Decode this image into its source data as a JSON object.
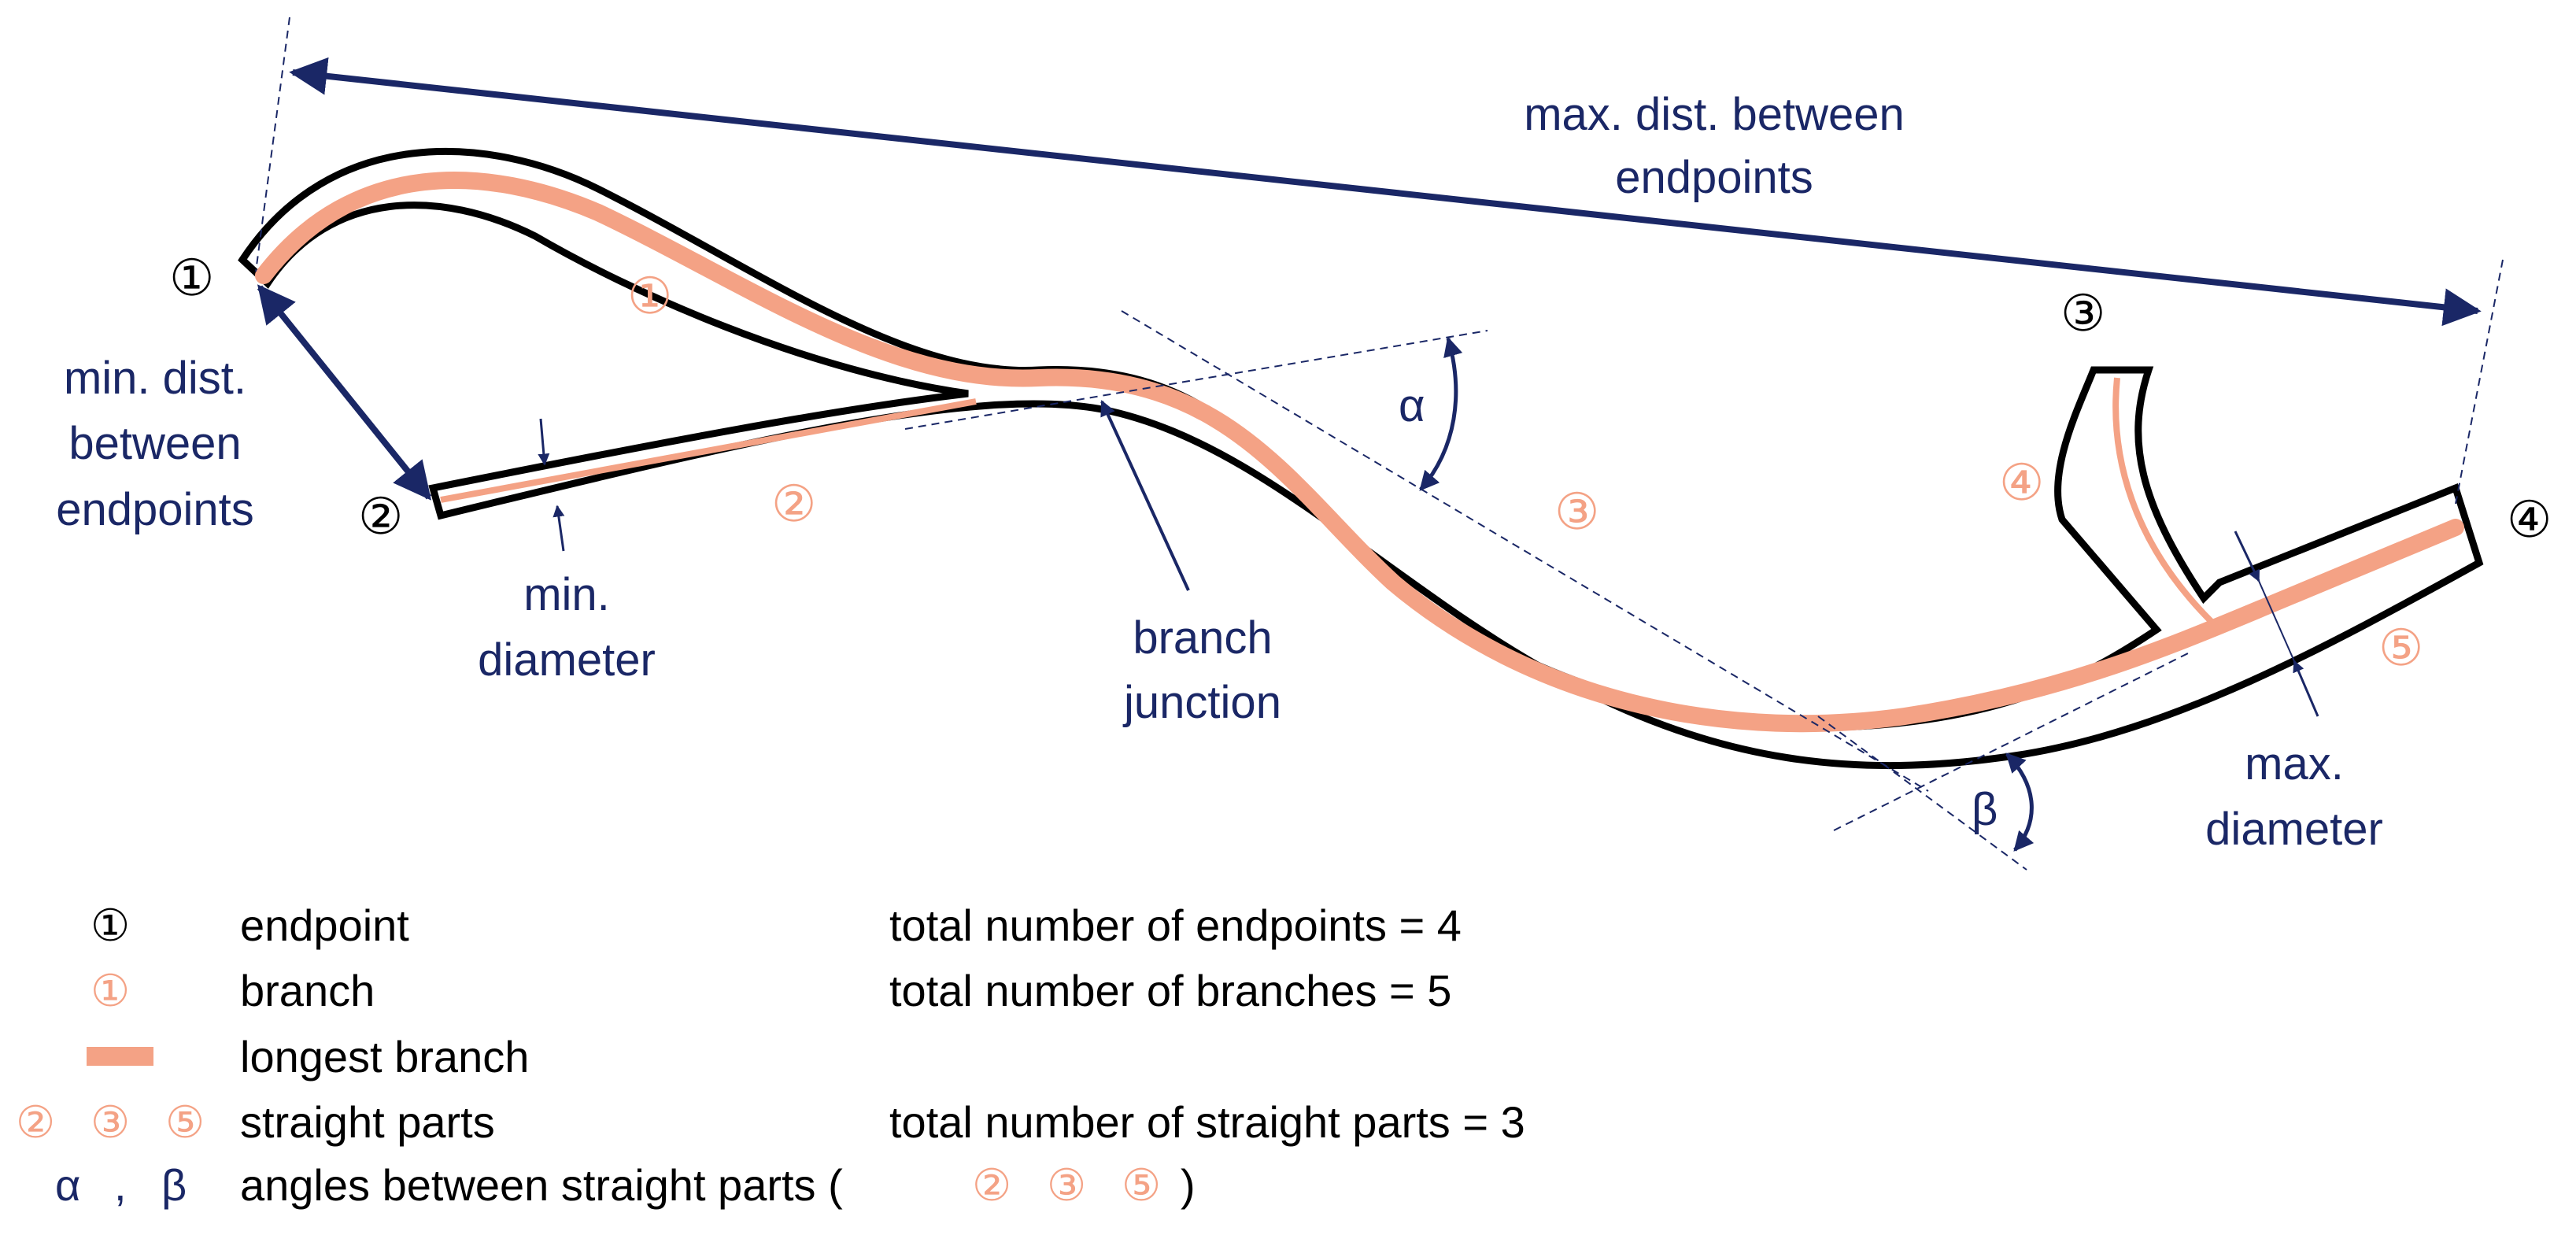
{
  "colors": {
    "navy": "#1a2766",
    "salmon": "#f4a285",
    "outline": "#000000",
    "background": "#ffffff"
  },
  "endpoints": [
    "①",
    "②",
    "③",
    "④"
  ],
  "branches": [
    "①",
    "②",
    "③",
    "④",
    "⑤"
  ],
  "annotations": {
    "max_dist_line1": "max. dist. between",
    "max_dist_line2": "endpoints",
    "min_dist_line1": "min. dist.",
    "min_dist_line2": "between",
    "min_dist_line3": "endpoints",
    "min_diameter_line1": "min.",
    "min_diameter_line2": "diameter",
    "branch_junction_line1": "branch",
    "branch_junction_line2": "junction",
    "max_diameter_line1": "max.",
    "max_diameter_line2": "diameter",
    "alpha": "α",
    "beta": "β"
  },
  "legend": {
    "endpoint_symbol": "①",
    "endpoint_label": "endpoint",
    "branch_symbol": "①",
    "branch_label": "branch",
    "longest_branch_label": "longest branch",
    "straight_symbols": [
      "②",
      "③",
      "⑤"
    ],
    "straight_label": "straight parts",
    "angles_symbol_a": "α",
    "angles_sep": ",",
    "angles_symbol_b": "β",
    "angles_label": "angles between straight parts (",
    "angles_symbols": [
      "②",
      "③",
      "⑤"
    ],
    "angles_close": ")",
    "total_endpoints": "total number of endpoints = 4",
    "total_branches": "total number of branches = 5",
    "total_straight": "total number of straight parts = 3"
  }
}
